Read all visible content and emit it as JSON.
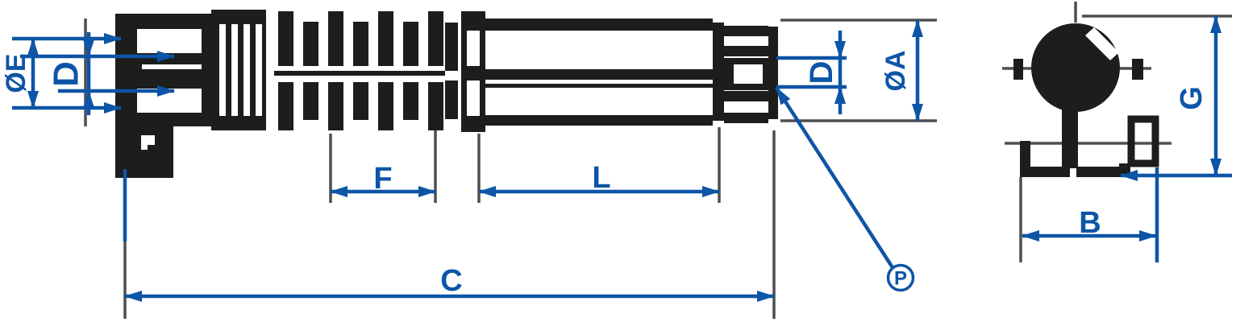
{
  "colors": {
    "drawing_black": "#1d1d1b",
    "dimension_blue": "#0d55a6",
    "extension_gray": "#4f4f52",
    "background": "#ffffff"
  },
  "labels": {
    "oe": "ØE",
    "d_front": "D",
    "f": "F",
    "l": "L",
    "c": "C",
    "d_tip": "D",
    "oa": "ØA",
    "p": "P",
    "g": "G",
    "b": "B"
  }
}
